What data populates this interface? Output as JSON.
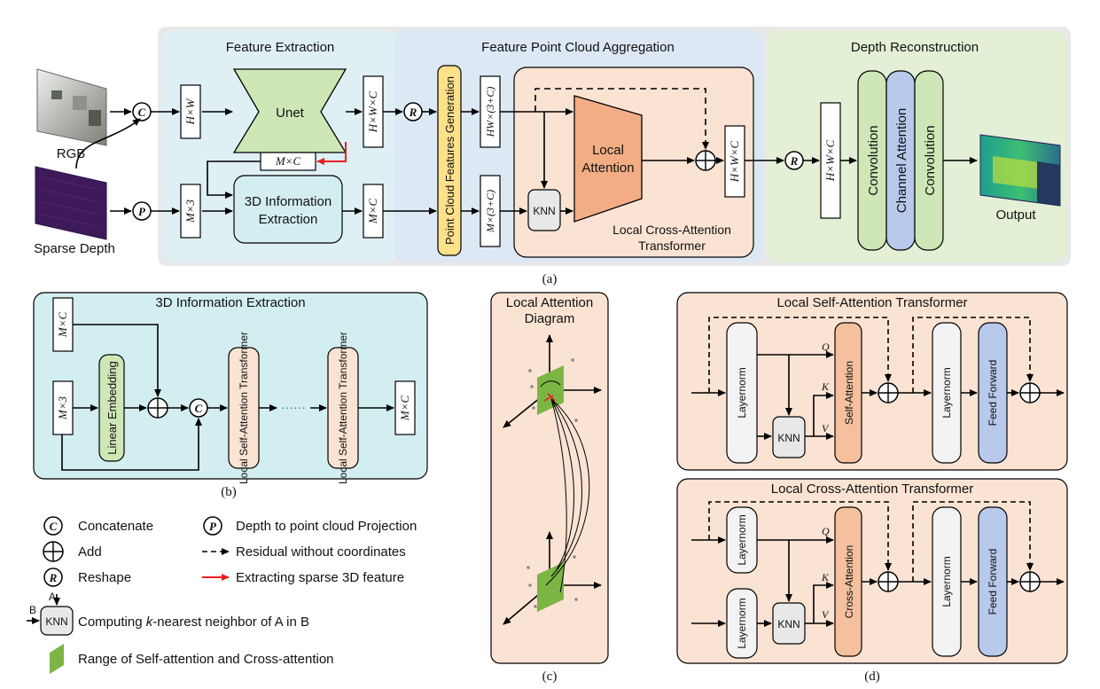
{
  "panel_a": {
    "caption": "(a)",
    "sections": {
      "feature_extraction": "Feature Extraction",
      "aggregation": "Feature Point Cloud Aggregation",
      "reconstruction": "Depth Reconstruction"
    },
    "inputs": {
      "rgb": "RGB",
      "sparse": "Sparse Depth",
      "output": "Output"
    },
    "ops": {
      "concat": "C",
      "project": "P",
      "reshape": "R"
    },
    "dims": {
      "hw": "H×W",
      "m3": "M×3",
      "hwc": "H×W×C",
      "mc_red": "M×C",
      "mc": "M×C",
      "hw3c": "HW×(3+C)",
      "m3c": "M×(3+C)",
      "hwc2": "H×W×C",
      "hwc3": "H×W×C"
    },
    "blocks": {
      "unet": "Unet",
      "info3d_line1": "3D Information",
      "info3d_line2": "Extraction",
      "pcfg": "Point Cloud Features  Generation",
      "local_attn_line1": "Local",
      "local_attn_line2": "Attention",
      "knn": "KNN",
      "lcat_line1": "Local Cross-Attention",
      "lcat_line2": "Transformer",
      "conv1": "Convolution",
      "chan_attn": "Channel Attention",
      "conv2": "Convolution"
    }
  },
  "panel_b": {
    "caption": "(b)",
    "title": "3D Information Extraction",
    "mc_in": "M×C",
    "m3_in": "M×3",
    "linear": "Linear Embedding",
    "concat": "C",
    "lsat1": "Local Self-Attention Transformer",
    "lsat2": "Local Self-Attention Transformer",
    "dots": "······",
    "mc_out": "M×C"
  },
  "panel_c": {
    "caption": "(c)",
    "title_line1": "Local Attention",
    "title_line2": "Diagram"
  },
  "panel_d": {
    "caption": "(d)",
    "self_title": "Local Self-Attention Transformer",
    "cross_title": "Local Cross-Attention Transformer",
    "layernorm": "Layernorm",
    "knn": "KNN",
    "self_attn": "Self-Attention",
    "cross_attn": "Cross-Attention",
    "ffn": "Feed Forward",
    "ffn_cross": "Feed Forward",
    "q": "Q",
    "k": "K",
    "v": "V"
  },
  "legend": {
    "concat_sym": "C",
    "concat": "Concatenate",
    "add": "Add",
    "reshape_sym": "R",
    "reshape": "Reshape",
    "project_sym": "P",
    "project": "Depth to point cloud Projection",
    "residual": "Residual without coordinates",
    "sparse3d": "Extracting sparse 3D feature",
    "knn_a": "A",
    "knn_b": "B",
    "knn_box": "KNN",
    "knn_desc_1": "Computing ",
    "knn_desc_k": "k",
    "knn_desc_2": "-nearest neighbor of A in B",
    "range": "Range of Self-attention and Cross-attention"
  },
  "colors": {
    "fe_bg": "#dff0f4",
    "agg_bg": "#dde8f5",
    "rec_bg": "#e3f0d6",
    "outer_bg": "#e8e8e8",
    "peach": "#fbe3d3",
    "orange": "#f3ad84",
    "green": "#cfe6b6",
    "yellow": "#fde08a",
    "blue": "#b9c9ec",
    "teal": "#d3eef0",
    "red": "#e8211f"
  }
}
